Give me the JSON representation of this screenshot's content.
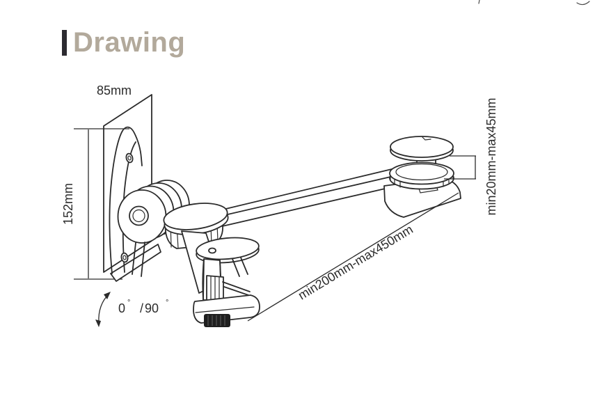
{
  "colors": {
    "title_color": "#b2a99b",
    "accent_bar": "#2c2b31",
    "line": "#2b2b2b",
    "knob": "#1f1f1f"
  },
  "header": {
    "title": "Drawing"
  },
  "diagram": {
    "type": "technical-drawing",
    "labels": {
      "plate_width": "85mm",
      "plate_height": "152mm",
      "clamp_thickness_range": "min20mm-max45mm",
      "arm_length_range": "min200mm-max450mm",
      "rotation_min": "0",
      "rotation_slash": "/",
      "rotation_max": "90",
      "degree_symbol": "°"
    }
  }
}
